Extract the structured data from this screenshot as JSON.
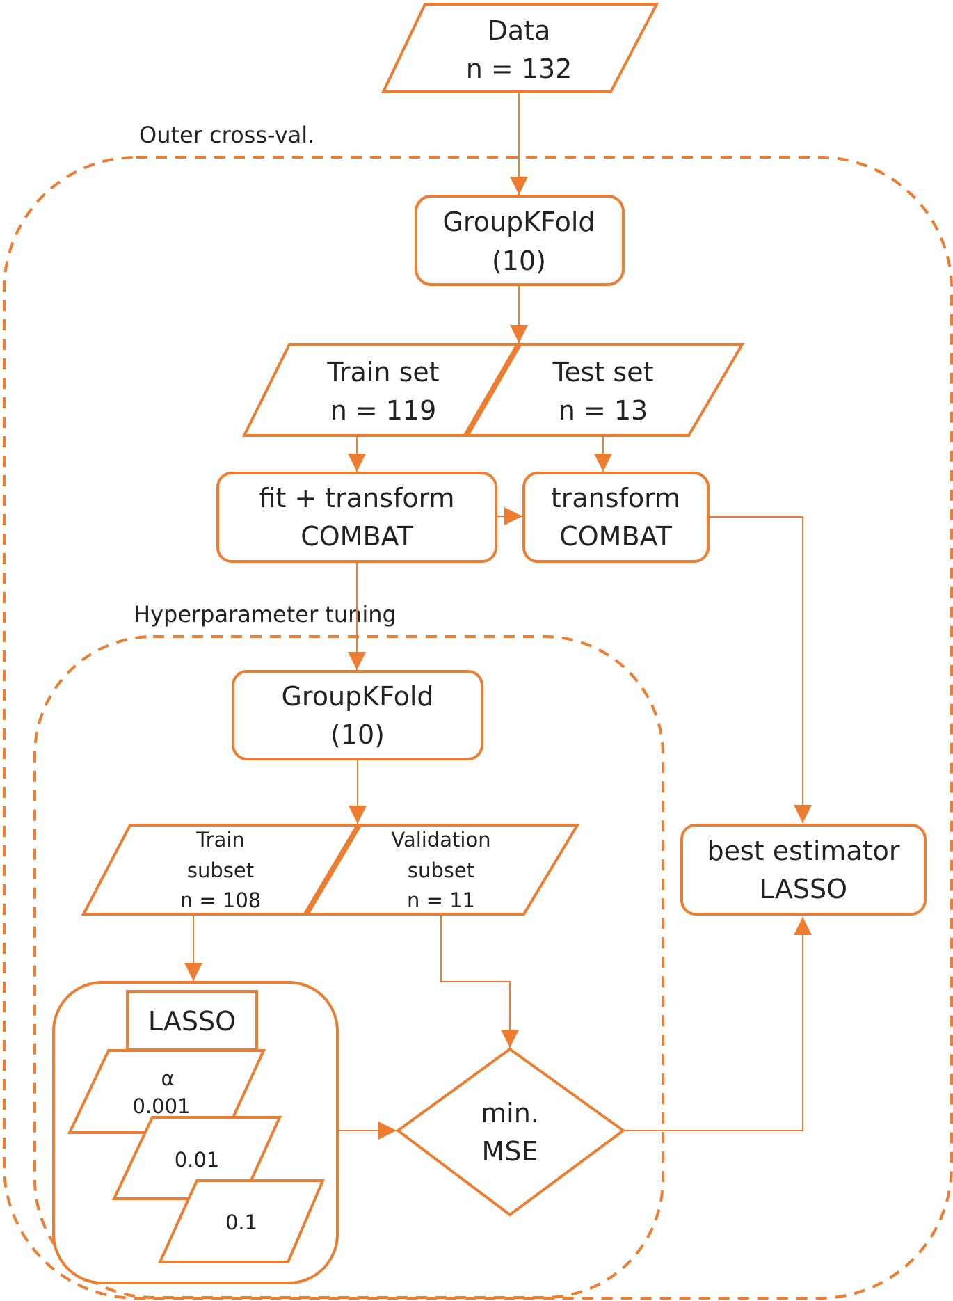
{
  "colors": {
    "accent": "#ed7d31",
    "text": "#222222",
    "background": "#ffffff"
  },
  "regions": {
    "outer": "Outer cross-val.",
    "inner": "Hyperparameter tuning"
  },
  "nodes": {
    "data": [
      "Data",
      "n = 132"
    ],
    "groupkfold_outer": [
      "GroupKFold",
      "(10)"
    ],
    "train_set": [
      "Train set",
      "n = 119"
    ],
    "test_set": [
      "Test set",
      "n = 13"
    ],
    "fit_transform": [
      "fit + transform",
      "COMBAT"
    ],
    "transform": [
      "transform",
      "COMBAT"
    ],
    "groupkfold_inner": [
      "GroupKFold",
      "(10)"
    ],
    "train_subset": [
      "Train",
      "subset",
      "n = 108"
    ],
    "validation_subset": [
      "Validation",
      "subset",
      "n = 11"
    ],
    "lasso": "LASSO",
    "alpha_symbol": "α",
    "alphas": [
      "0.001",
      "0.01",
      "0.1"
    ],
    "min_mse": [
      "min.",
      "MSE"
    ],
    "best_estimator": [
      "best estimator",
      "LASSO"
    ]
  }
}
